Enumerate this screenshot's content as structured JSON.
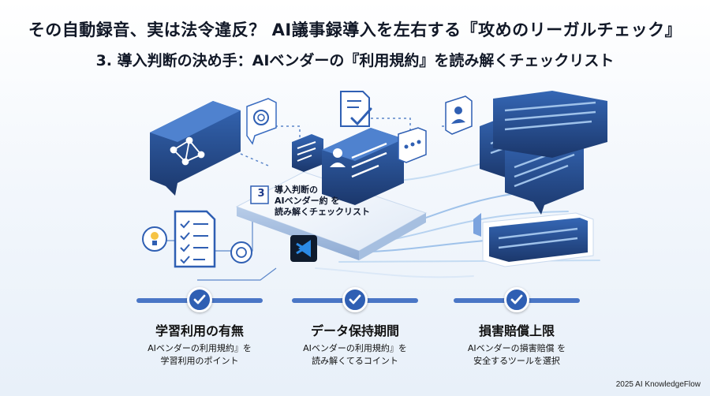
{
  "header": {
    "title_line1": "その自動録音、実は法令違反？ AI議事録導入を左右する『攻めのリーガルチェック』",
    "title_line2": "3. 導入判断の決め手：AIベンダーの『利用規約』を読み解くチェックリスト"
  },
  "center_card": {
    "badge": "3",
    "lines": [
      "導入判断の",
      "AIベンダー約 を",
      "読み解くチェックリスト"
    ]
  },
  "items": [
    {
      "heading": "学習利用の有無",
      "desc_lines": [
        "AIベンダーの利用規約』を",
        "学習利用のポイント"
      ]
    },
    {
      "heading": "データ保持期間",
      "desc_lines": [
        "AIベンダーの利用規約』を",
        "読み解くてるコイント"
      ]
    },
    {
      "heading": "損害賠償上限",
      "desc_lines": [
        "AIベンダーの損害賠償 を",
        "安全するツールを選択"
      ]
    }
  ],
  "footer": {
    "copyright": "2025 AI KnowledgeFlow"
  },
  "icons": [
    "network-icon",
    "openai-logo-icon",
    "document-check-icon",
    "user-icon",
    "chat-dots-icon",
    "lightbulb-icon",
    "checklist-icon",
    "vscode-logo-icon",
    "check-icon"
  ],
  "colors": {
    "accent": "#2f5fb3",
    "dark_bubble": "#1f3f77",
    "line": "#4a76c6"
  }
}
